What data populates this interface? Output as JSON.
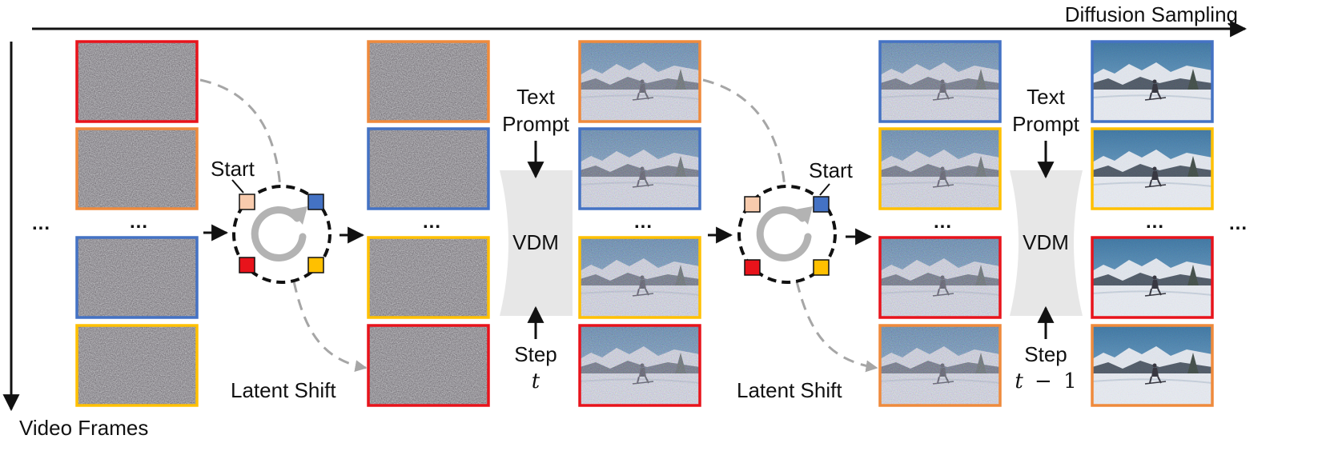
{
  "axes": {
    "horizontal_label": "Diffusion Sampling",
    "vertical_label": "Video Frames"
  },
  "ellipsis": "...",
  "stage1": {
    "shift_label": "Latent Shift",
    "start_label": "Start",
    "model_label": "VDM",
    "prompt_label_line1": "Text",
    "prompt_label_line2": "Prompt",
    "step_label": "Step",
    "step_symbol": "t"
  },
  "stage2": {
    "shift_label": "Latent Shift",
    "start_label": "Start",
    "model_label": "VDM",
    "prompt_label_line1": "Text",
    "prompt_label_line2": "Prompt",
    "step_label": "Step",
    "step_symbol_var": "t",
    "step_symbol_op": "−",
    "step_symbol_num": "1"
  },
  "colors": {
    "frame_red": "#e8131b",
    "frame_orange": "#ef8a3c",
    "frame_blue": "#4472c4",
    "frame_yellow": "#ffc000",
    "marker_peach": "#f8cbad",
    "model_gray": "#e7e7e7",
    "arrow_gray": "#a6a6a6"
  },
  "columns": [
    {
      "name": "initial-noise",
      "borders": [
        "frame_red",
        "frame_orange",
        "frame_blue",
        "frame_yellow"
      ],
      "content": "noise"
    },
    {
      "name": "shifted-noise",
      "borders": [
        "frame_orange",
        "frame_blue",
        "frame_yellow",
        "frame_red"
      ],
      "content": "noise"
    },
    {
      "name": "denoised-step-t",
      "borders": [
        "frame_orange",
        "frame_blue",
        "frame_yellow",
        "frame_red"
      ],
      "content": "ski-noisy"
    },
    {
      "name": "shifted-step-t",
      "borders": [
        "frame_blue",
        "frame_yellow",
        "frame_red",
        "frame_orange"
      ],
      "content": "ski-noisy"
    },
    {
      "name": "denoised-step-t-minus-1",
      "borders": [
        "frame_blue",
        "frame_yellow",
        "frame_red",
        "frame_orange"
      ],
      "content": "ski-clean"
    }
  ]
}
